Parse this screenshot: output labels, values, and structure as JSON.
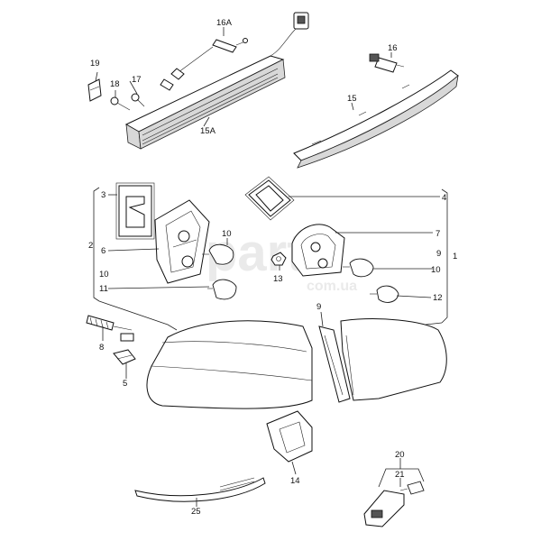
{
  "watermark": {
    "main": "parts",
    "sub": "com.ua"
  },
  "callouts": {
    "c1": "1",
    "c2": "2",
    "c3": "3",
    "c4": "4",
    "c5": "5",
    "c6": "6",
    "c7": "7",
    "c8": "8",
    "c9a": "9",
    "c9b": "9",
    "c10a": "10",
    "c10b": "10",
    "c10c": "10",
    "c11": "11",
    "c12": "12",
    "c13": "13",
    "c14": "14",
    "c15": "15",
    "c15a": "15A",
    "c16": "16",
    "c16a": "16A",
    "c17": "17",
    "c18": "18",
    "c19": "19",
    "c20": "20",
    "c21": "21",
    "c25": "25"
  }
}
